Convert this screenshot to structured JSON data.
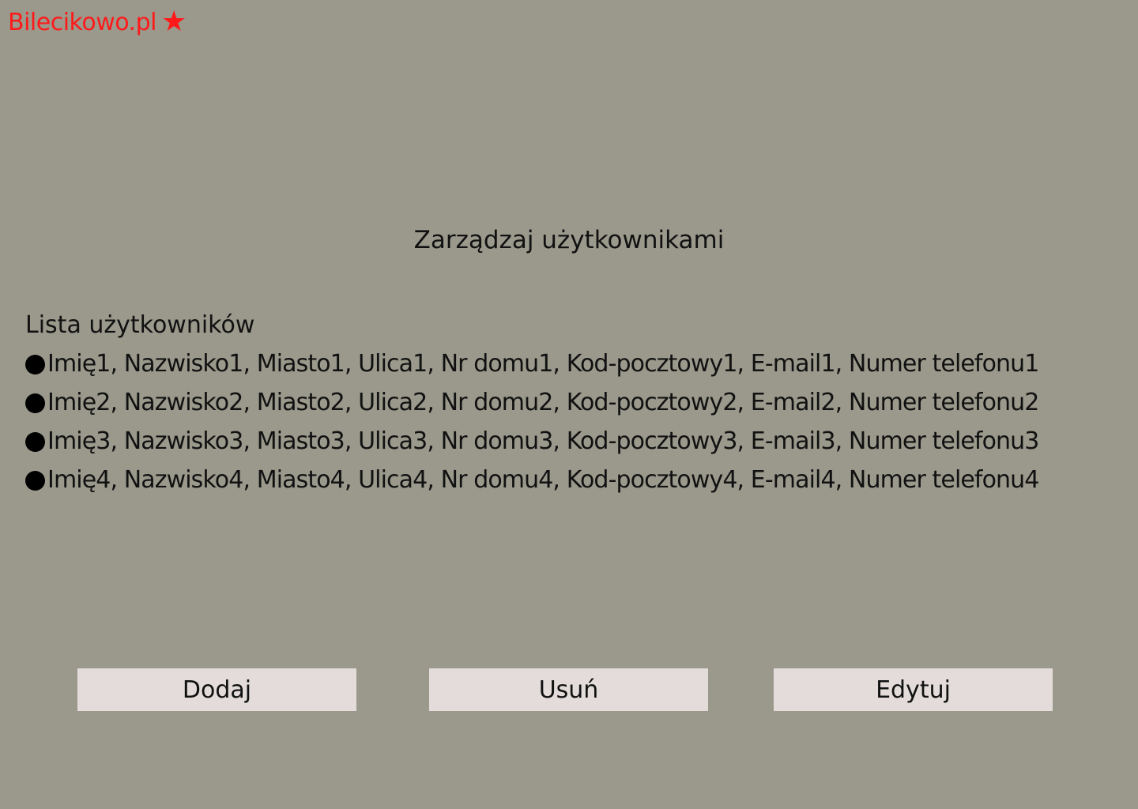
{
  "header": {
    "brand": "Bilecikowo.pl",
    "brand_icon": "star-icon",
    "brand_color": "#ff1a1a"
  },
  "main": {
    "title": "Zarządzaj użytkownikami",
    "list_heading": "Lista użytkowników",
    "users": [
      "Imię1, Nazwisko1, Miasto1, Ulica1, Nr domu1, Kod-pocztowy1, E-mail1, Numer telefonu1",
      "Imię2, Nazwisko2, Miasto2, Ulica2, Nr domu2, Kod-pocztowy2, E-mail2, Numer telefonu2",
      "Imię3, Nazwisko3, Miasto3, Ulica3, Nr domu3, Kod-pocztowy3, E-mail3, Numer telefonu3",
      "Imię4, Nazwisko4, Miasto4, Ulica4, Nr domu4, Kod-pocztowy4, E-mail4, Numer telefonu4"
    ]
  },
  "actions": {
    "add_label": "Dodaj",
    "delete_label": "Usuń",
    "edit_label": "Edytuj"
  },
  "colors": {
    "background": "#9a998c",
    "button_background": "#e3dcdb"
  }
}
